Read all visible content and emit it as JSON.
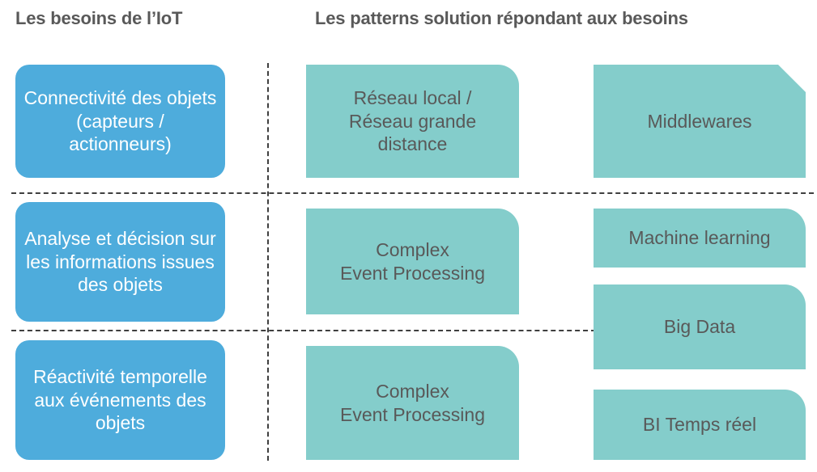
{
  "headings": {
    "left": "Les besoins de l’IoT",
    "right": "Les patterns solution répondant aux besoins"
  },
  "colors": {
    "need_fill": "#4EACDC",
    "need_text": "#FFFFFF",
    "pattern_fill": "#84CDCB",
    "pattern_text": "#595959",
    "heading_text": "#595959",
    "separator": "#3F3F3F",
    "background": "#FFFFFF"
  },
  "needs": [
    {
      "label": "Connectivité des objets (capteurs / actionneurs)"
    },
    {
      "label": "Analyse et décision sur les informations issues des objets"
    },
    {
      "label": "Réactivité temporelle aux événements des objets"
    }
  ],
  "patterns_middle": [
    {
      "label": "Réseau local /\nRéseau grande distance"
    },
    {
      "label": "Complex\nEvent Processing"
    },
    {
      "label": "Complex\nEvent Processing"
    }
  ],
  "patterns_right": [
    {
      "label": "Middlewares",
      "shape": "chamfered-corner"
    },
    {
      "label": "Machine learning",
      "shape": "rounded-top-right"
    },
    {
      "label": "Big Data",
      "shape": "rounded-top-right"
    },
    {
      "label": "BI Temps réel",
      "shape": "rounded-top-right"
    }
  ],
  "separators": {
    "horizontal_1": "dashed",
    "horizontal_2": "dashed",
    "vertical_1": "dashed"
  }
}
